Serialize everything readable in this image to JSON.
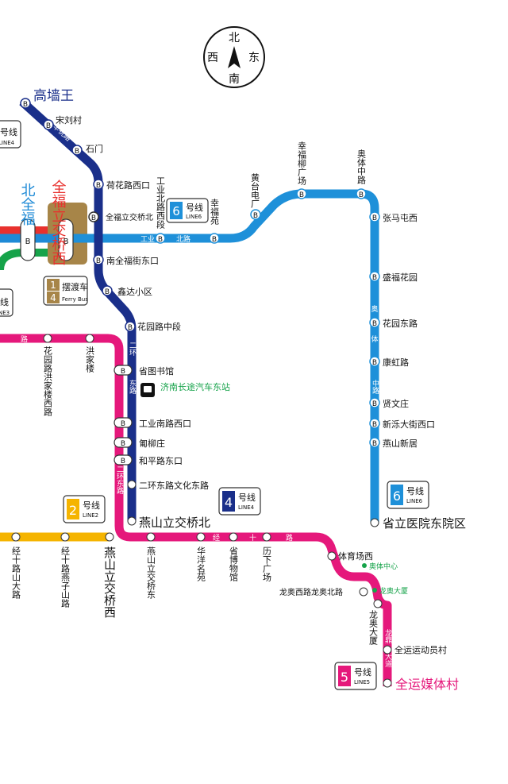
{
  "colors": {
    "line1": "#e8312e",
    "line2": "#f5b400",
    "line3": "#16a34a",
    "line4": "#1a2f8a",
    "line5": "#e5187b",
    "line6": "#1e90d9",
    "brown": "#a78548",
    "blue": "#1e8ad6"
  },
  "compass": {
    "n": "北",
    "s": "南",
    "w": "西",
    "e": "东"
  },
  "line4": {
    "badge_num": "4",
    "badge_text": "号线",
    "badge_sub": "LINE4",
    "stations": [
      {
        "name": "高墙王"
      },
      {
        "name": "宋刘村"
      },
      {
        "name": "石门"
      },
      {
        "name": "荷花路西口"
      },
      {
        "name": "全福立交桥北"
      },
      {
        "name": "南全福街东口"
      },
      {
        "name": "鑫达小区"
      },
      {
        "name": "花园路中段"
      },
      {
        "name": "省图书馆"
      },
      {
        "name": "工业南路西口"
      },
      {
        "name": "匍柳庄"
      },
      {
        "name": "和平路东口"
      },
      {
        "name": "二环东路文化东路"
      },
      {
        "name": "燕山立交桥北"
      }
    ],
    "road_labels": [
      "辛祝路",
      "二环",
      "东路",
      "二环东路"
    ]
  },
  "line6": {
    "badge_num": "6",
    "badge_text": "号线",
    "badge_sub": "LINE6",
    "stations": [
      {
        "name": "工业北路西段"
      },
      {
        "name": "幸福苑"
      },
      {
        "name": "黄台电厂"
      },
      {
        "name": "幸福柳广场"
      },
      {
        "name": "奥体中路"
      },
      {
        "name": "张马屯西"
      },
      {
        "name": "盛福花园"
      },
      {
        "name": "花园东路"
      },
      {
        "name": "康虹路"
      },
      {
        "name": "贤文庄"
      },
      {
        "name": "新泺大街西口"
      },
      {
        "name": "燕山新居"
      },
      {
        "name": "省立医院东院区"
      }
    ],
    "road_labels": [
      "工业",
      "北路",
      "奥",
      "体",
      "中路"
    ]
  },
  "line2": {
    "badge_num": "2",
    "badge_text": "号线",
    "badge_sub": "LINE2",
    "stations": [
      {
        "name": "经十路山大路"
      },
      {
        "name": "经十路燕子山路"
      },
      {
        "name": "燕山立交桥西"
      }
    ],
    "road_labels": [
      "十"
    ]
  },
  "line5": {
    "badge_num": "5",
    "badge_text": "号线",
    "badge_sub": "LINE5",
    "stations": [
      {
        "name": "花园路洪家楼西路"
      },
      {
        "name": "洪家楼"
      },
      {
        "name": "燕山立交桥东"
      },
      {
        "name": "华洋名苑"
      },
      {
        "name": "省博物馆"
      },
      {
        "name": "历下广场"
      },
      {
        "name": "体育场西"
      },
      {
        "name": "龙奥西路龙奥北路"
      },
      {
        "name": "龙奥大厦"
      },
      {
        "name": "全运运动员村"
      },
      {
        "name": "全运媒体村"
      }
    ],
    "road_labels": [
      "路",
      "经",
      "十",
      "路",
      "龙鼎",
      "大道"
    ]
  },
  "transfer": {
    "north": "北全福",
    "middle": "全福立交桥西",
    "ferry_num_top": "1",
    "ferry_num_bottom": "4",
    "ferry_label": "摆渡车",
    "ferry_sub": "Ferry Bus",
    "bus_station": "济南长途汽车东站",
    "landmarks": [
      "奥体中心",
      "龙奥大厦"
    ]
  },
  "edge_labels": {
    "left_top": "号线",
    "left_top_sub": "LINE4",
    "left_mid": "线",
    "left_mid_sub": "NE3"
  },
  "brt_mark": "B"
}
